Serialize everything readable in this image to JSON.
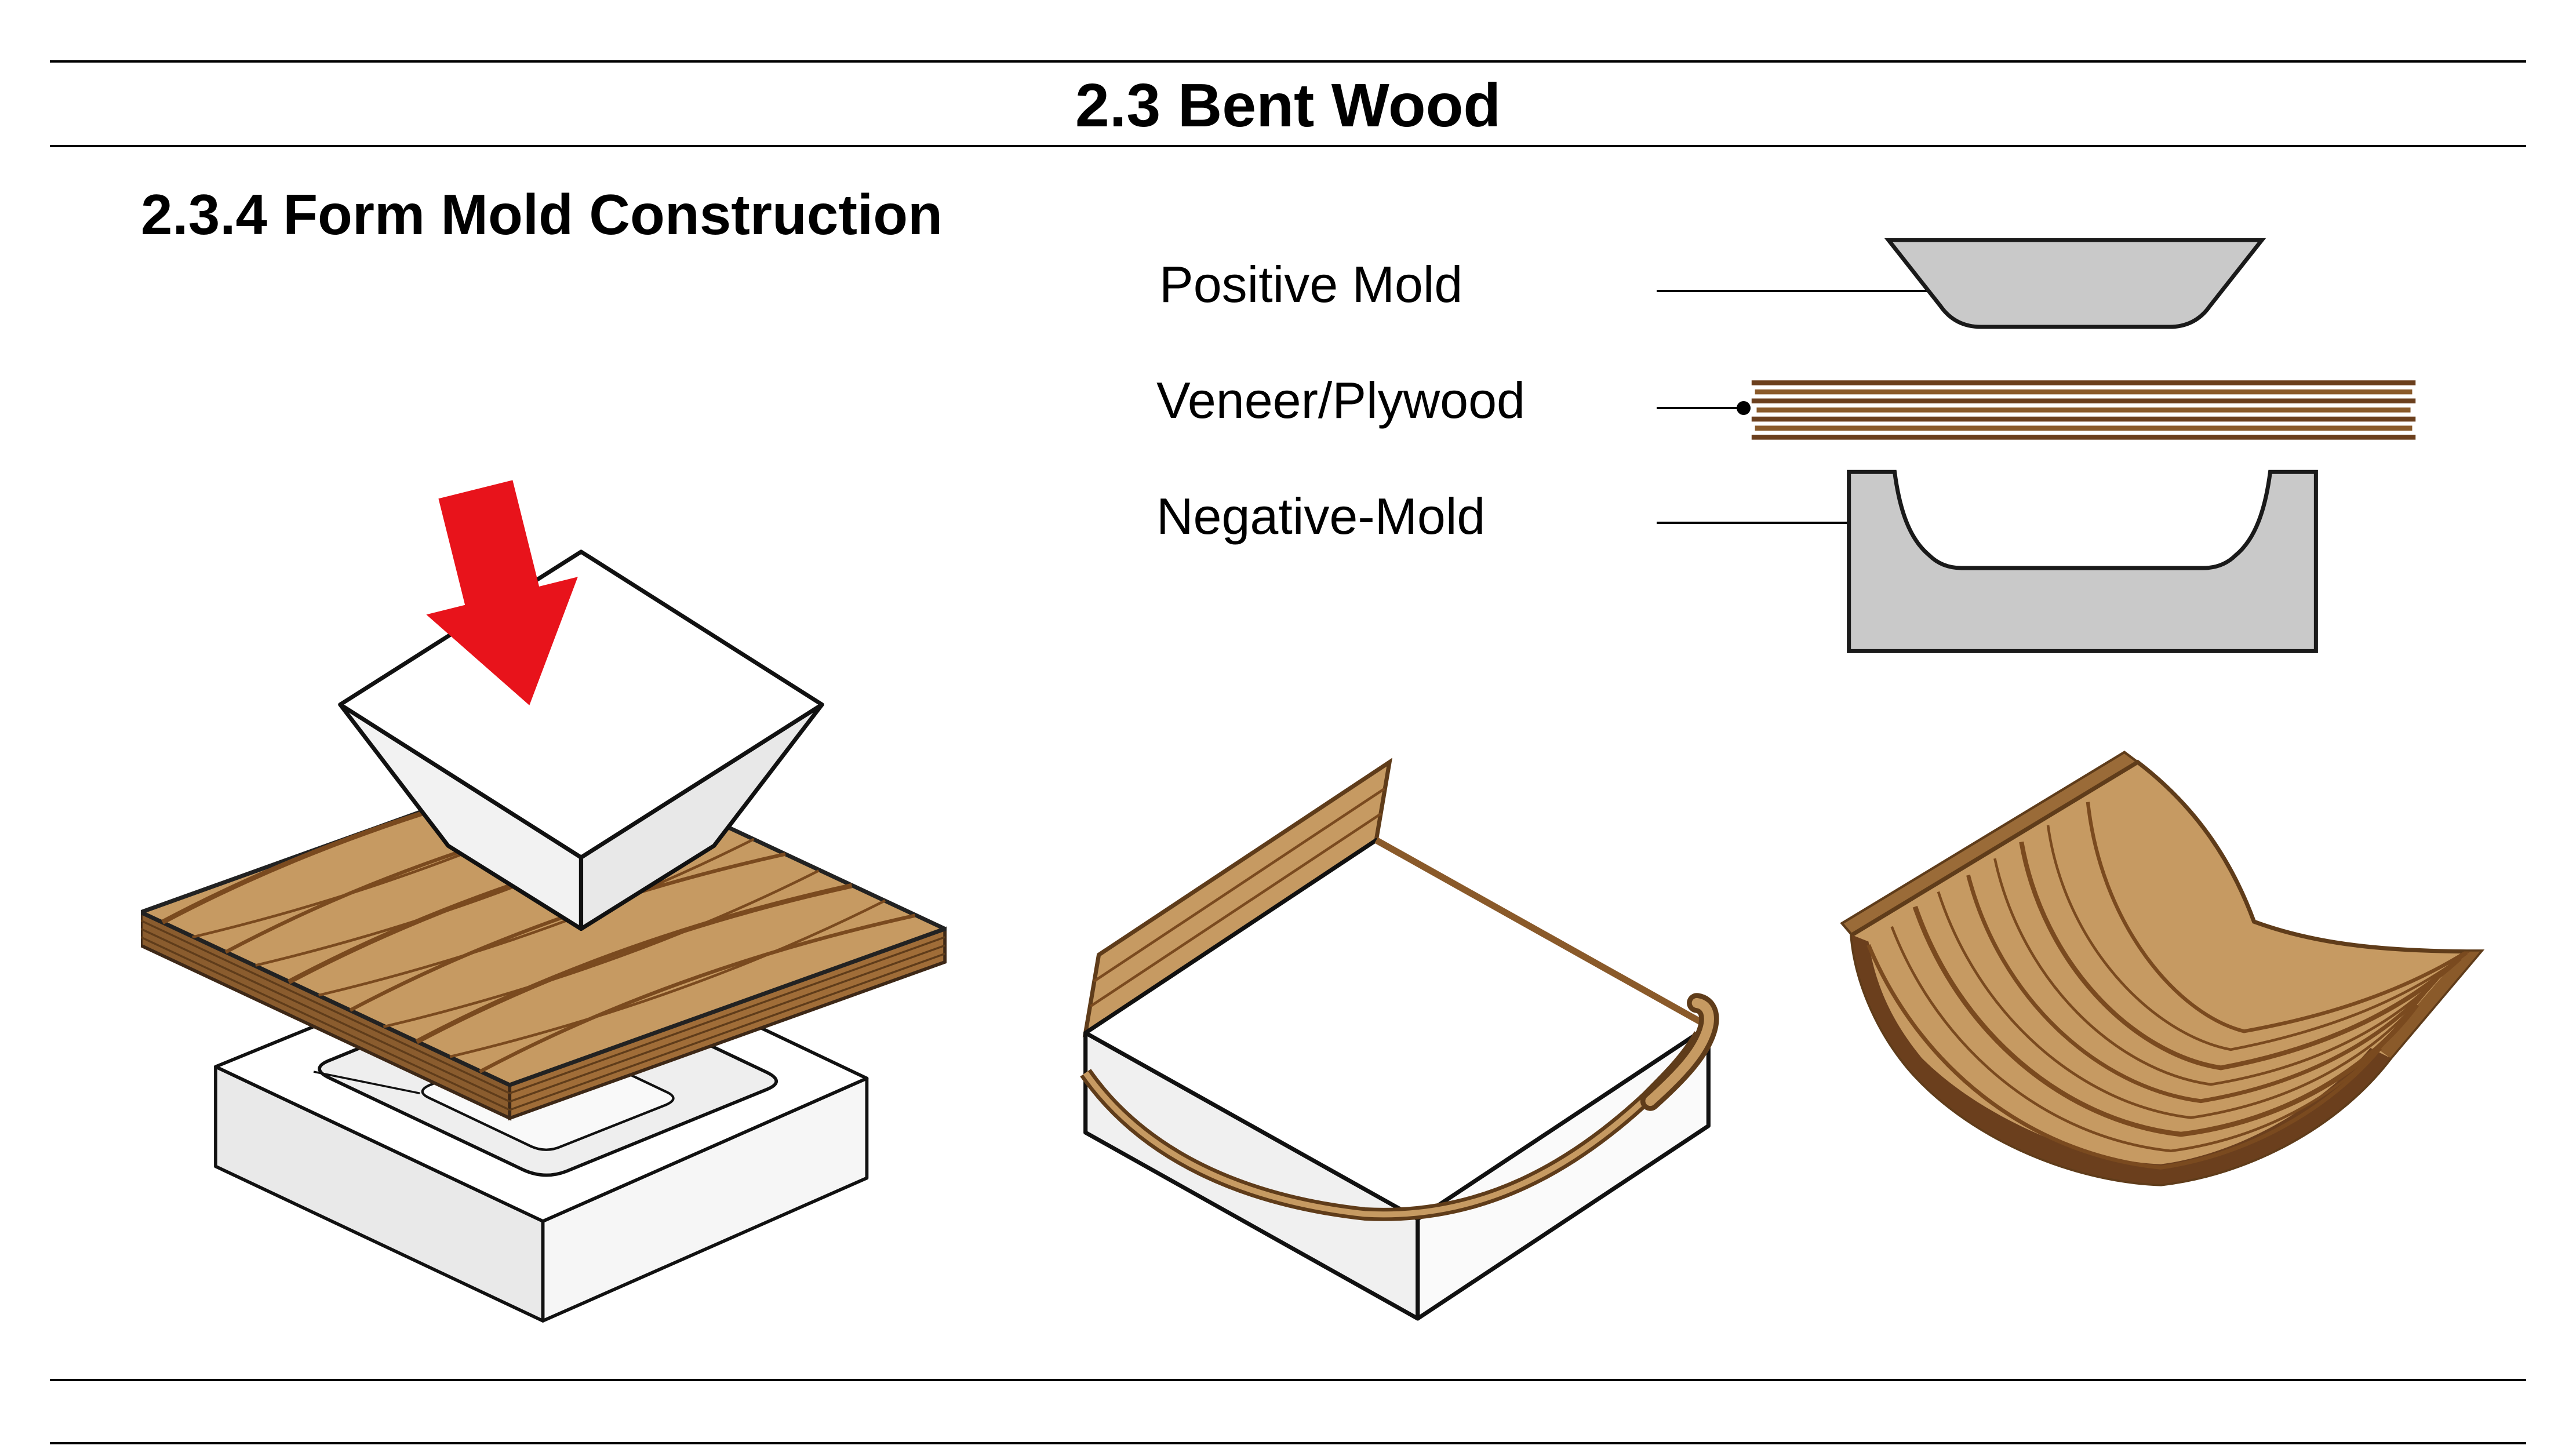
{
  "header": {
    "title": "2.3 Bent Wood"
  },
  "section": {
    "title": "2.3.4 Form Mold Construction"
  },
  "legend": {
    "items": [
      {
        "label": "Positive Mold",
        "icon": "positive-mold-cross-section"
      },
      {
        "label": "Veneer/Plywood",
        "icon": "veneer-plywood-layers"
      },
      {
        "label": "Negative-Mold",
        "icon": "negative-mold-cross-section"
      }
    ]
  },
  "figures": {
    "exploded": {
      "icon": "exploded-mold-press-isometric",
      "arrow": "press-down-arrow"
    },
    "closed": {
      "icon": "closed-mold-pressing-isometric"
    },
    "result": {
      "icon": "bent-plywood-result-isometric"
    }
  },
  "colors": {
    "wood_light": "#c69a62",
    "wood_mid": "#9a6b38",
    "wood_dark": "#6b3f1d",
    "grain": "#7a4a1f",
    "mold_gray": "#c9c9c9",
    "outline": "#111111",
    "arrow_red": "#e8131b"
  }
}
